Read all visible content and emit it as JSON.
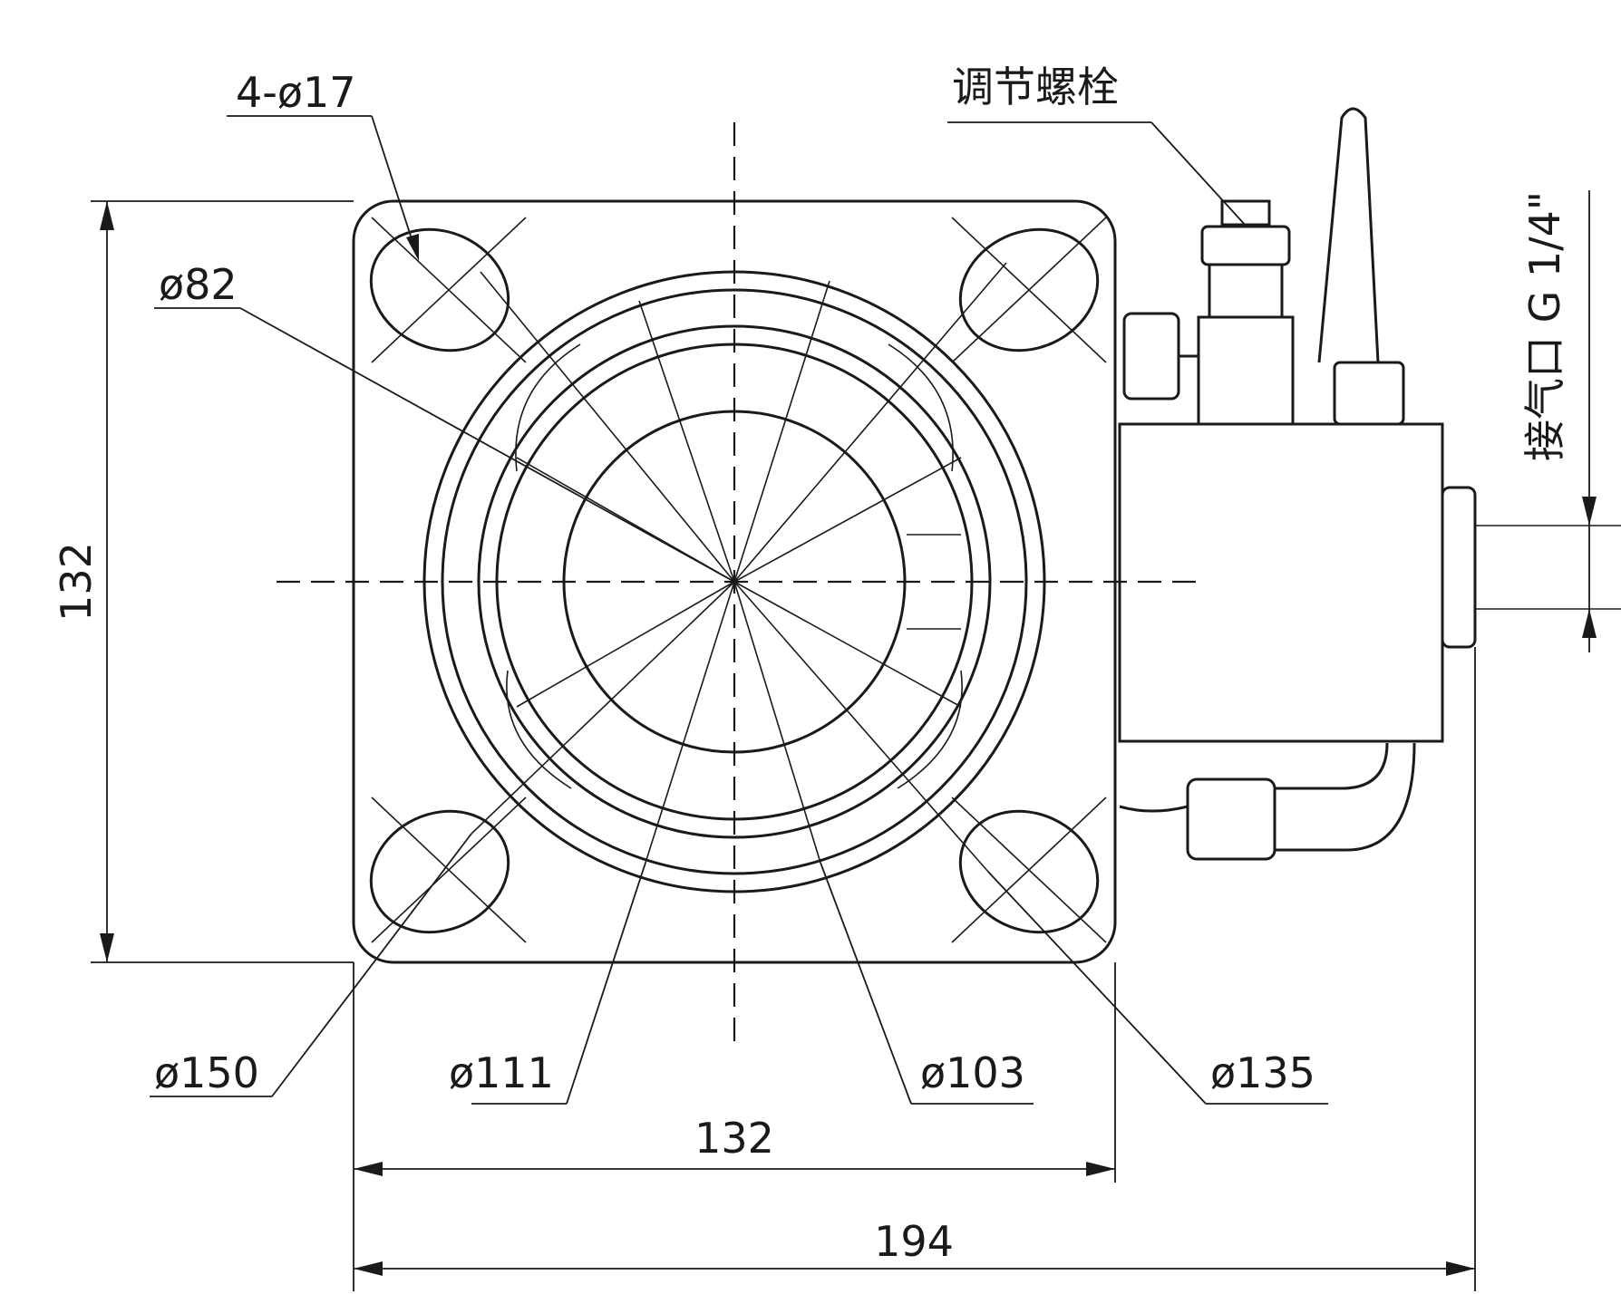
{
  "drawing": {
    "hole_callout": "4-ø17",
    "adjust_bolt_label": "调节螺栓",
    "air_inlet_label": "接气口 G 1/4\"",
    "dim_height": "132",
    "dim_width_flange": "132",
    "dim_width_total": "194",
    "d82": "ø82",
    "d150": "ø150",
    "d111": "ø111",
    "d103": "ø103",
    "d135": "ø135"
  }
}
